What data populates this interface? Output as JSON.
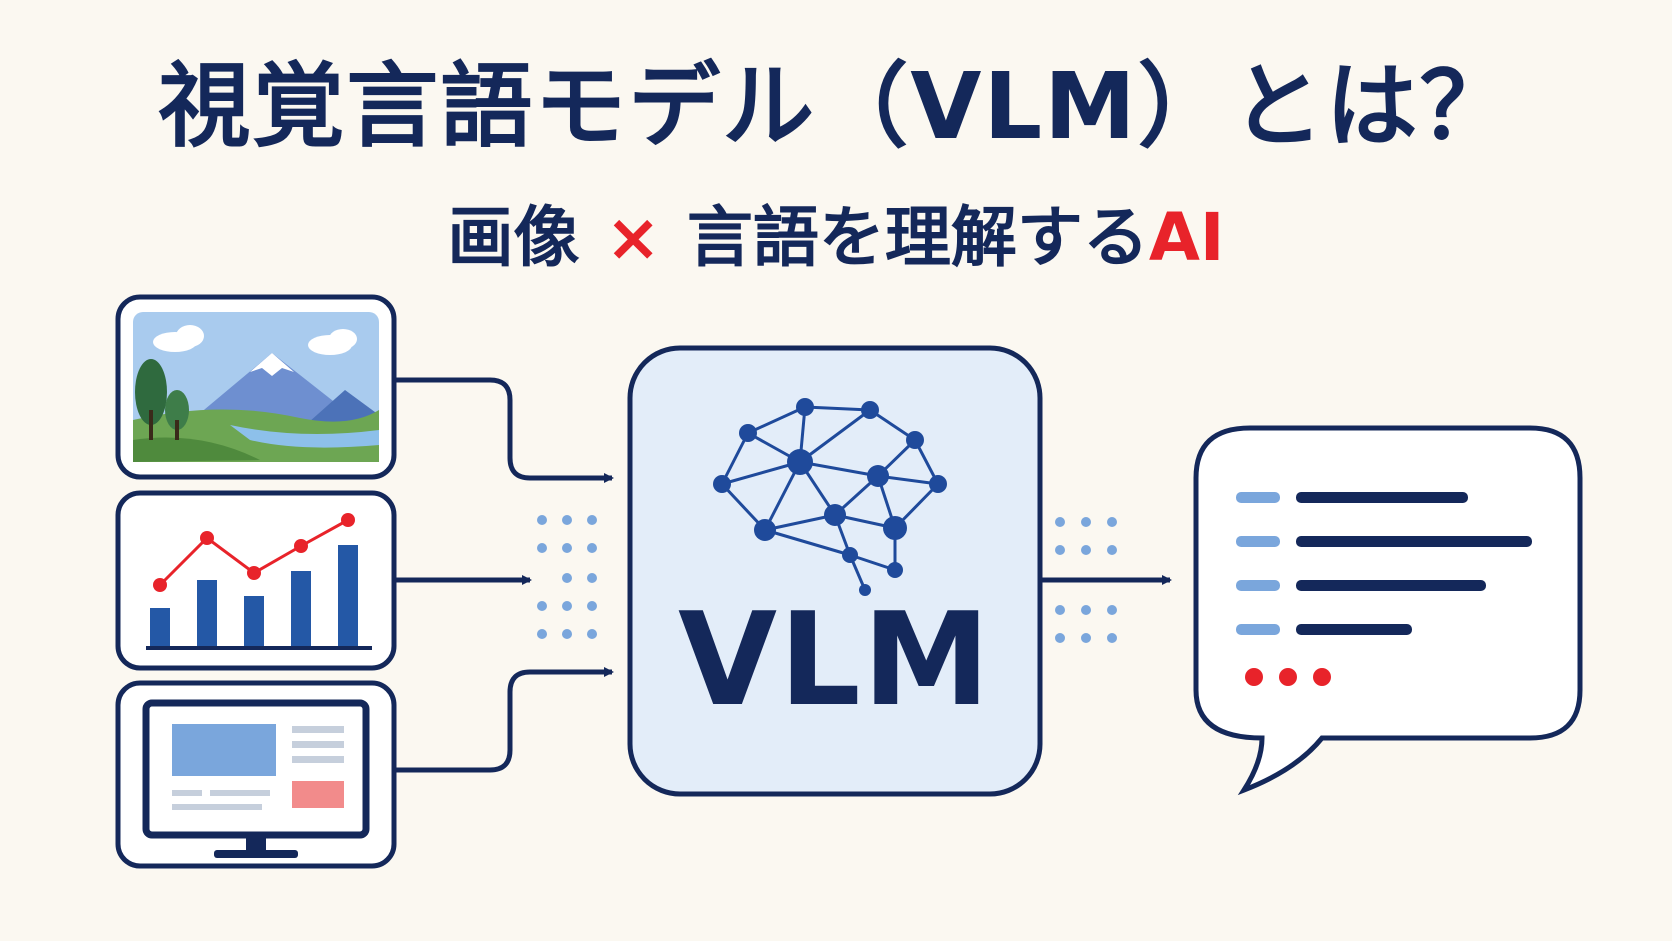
{
  "title": "視覚言語モデル（VLM）とは？",
  "subtitle": {
    "part1": "画像",
    "times": "×",
    "part2": "言語を理解する",
    "ai": "AI"
  },
  "model_label": "VLM",
  "inputs": [
    {
      "name": "landscape-image",
      "icon": "mountain-landscape-icon"
    },
    {
      "name": "chart-image",
      "icon": "bar-line-chart-icon"
    },
    {
      "name": "screen-image",
      "icon": "monitor-ui-icon"
    }
  ],
  "output": {
    "icon": "speech-bubble-text-icon"
  },
  "colors": {
    "navy": "#14285a",
    "accent_red": "#e8232a",
    "light_blue": "#e3edf9",
    "dot_blue": "#7aa6dc",
    "background": "#fbf8f1"
  }
}
